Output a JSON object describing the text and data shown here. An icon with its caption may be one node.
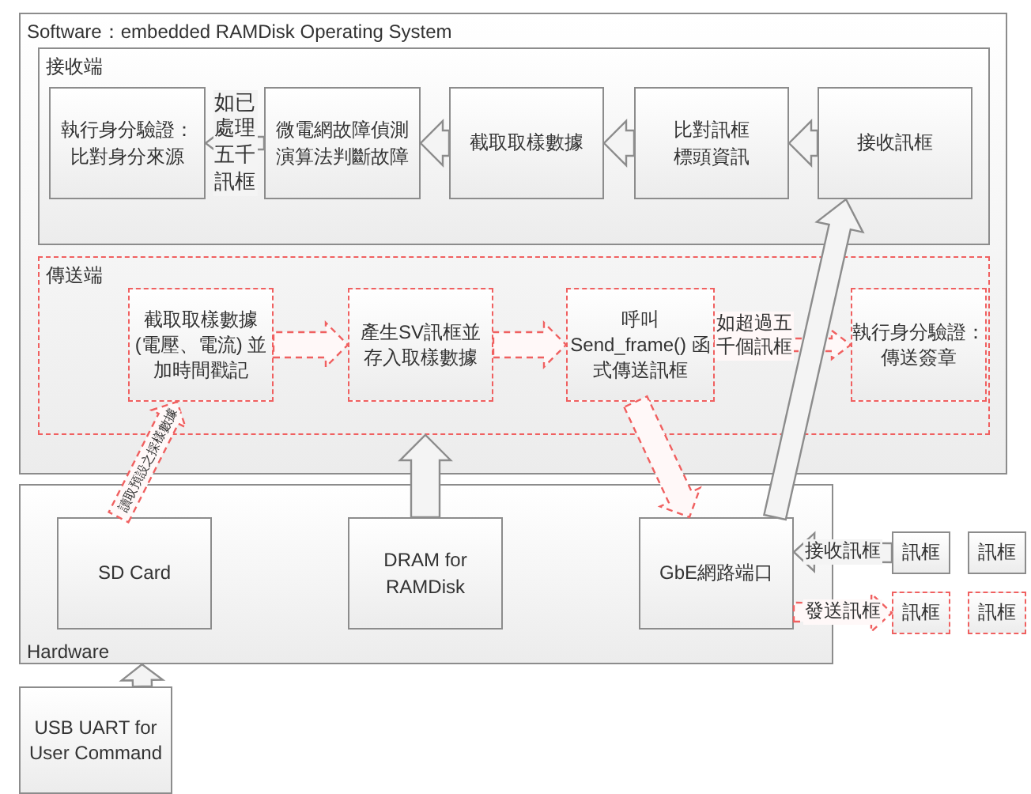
{
  "diagram": {
    "nodes": [
      {
        "text": [
          "Software：embedded RAMDisk Operating System"
        ]
      },
      {
        "text": [
          "接收端"
        ],
        "in": 0
      },
      {
        "text": [
          "執行身分驗證：比對身分來源"
        ],
        "in": 1
      },
      {
        "text": [
          "微電網故障偵測演算法判斷故障"
        ],
        "in": 1
      },
      {
        "text": [
          "截取取樣數據"
        ],
        "in": 1
      },
      {
        "text": [
          "比對訊框標頭資訊"
        ],
        "in": 1
      },
      {
        "text": [
          "接收訊框"
        ],
        "in": 1
      },
      {
        "text": [
          "傳送端"
        ],
        "in": 0
      },
      {
        "text": [
          "截取取樣數據 (電壓、電流) 並加時間戳記"
        ],
        "in": 7
      },
      {
        "text": [
          "產生SV訊框並存入取樣數據"
        ],
        "in": 7
      },
      {
        "text": [
          "呼叫 Send_frame() 函式傳送訊框"
        ],
        "in": 7
      },
      {
        "text": [
          "執行身分驗證：傳送簽章"
        ],
        "in": 7
      },
      {
        "text": [
          "Hardware"
        ]
      },
      {
        "text": [
          "SD Card"
        ],
        "in": 12
      },
      {
        "text": [
          "DRAM for RAMDisk"
        ],
        "in": 12
      },
      {
        "text": [
          "GbE網路端口"
        ],
        "in": 12
      },
      {
        "text": [
          "訊框"
        ]
      },
      {
        "text": [
          "訊框"
        ]
      },
      {
        "text": [
          "訊框"
        ]
      },
      {
        "text": [
          "訊框"
        ]
      },
      {
        "text": [
          "USB UART for User Command"
        ]
      }
    ],
    "edges": [
      {
        "from": 6,
        "to": 5,
        "arrow": "to"
      },
      {
        "from": 5,
        "to": 4,
        "arrow": "to"
      },
      {
        "from": 4,
        "to": 3,
        "arrow": "to"
      },
      {
        "from": 3,
        "to": 2,
        "arrow": "to",
        "label": "如已處理五千訊框"
      },
      {
        "from": 8,
        "to": 9,
        "arrow": "to",
        "style": "dashed",
        "color": "#f06060"
      },
      {
        "from": 9,
        "to": 10,
        "arrow": "to",
        "style": "dashed",
        "color": "#f06060"
      },
      {
        "from": 10,
        "to": 11,
        "arrow": "to",
        "style": "dashed",
        "color": "#f06060",
        "label": "如超過五千個訊框"
      },
      {
        "from": 13,
        "to": 8,
        "arrow": "to",
        "style": "dashed",
        "color": "#f06060",
        "label": "讀取預設之採樣數據"
      },
      {
        "from": 14,
        "to": 7,
        "arrow": "to"
      },
      {
        "from": 10,
        "to": 15,
        "arrow": "to",
        "style": "dashed",
        "color": "#f06060"
      },
      {
        "from": 15,
        "to": 6,
        "arrow": "to"
      },
      {
        "from": 16,
        "to": 15,
        "arrow": "to",
        "label": "接收訊框"
      },
      {
        "from": 15,
        "to": 18,
        "arrow": "to",
        "style": "dashed",
        "color": "#f06060",
        "label": "發送訊框"
      },
      {
        "from": 20,
        "to": 12,
        "arrow": "to"
      }
    ]
  }
}
